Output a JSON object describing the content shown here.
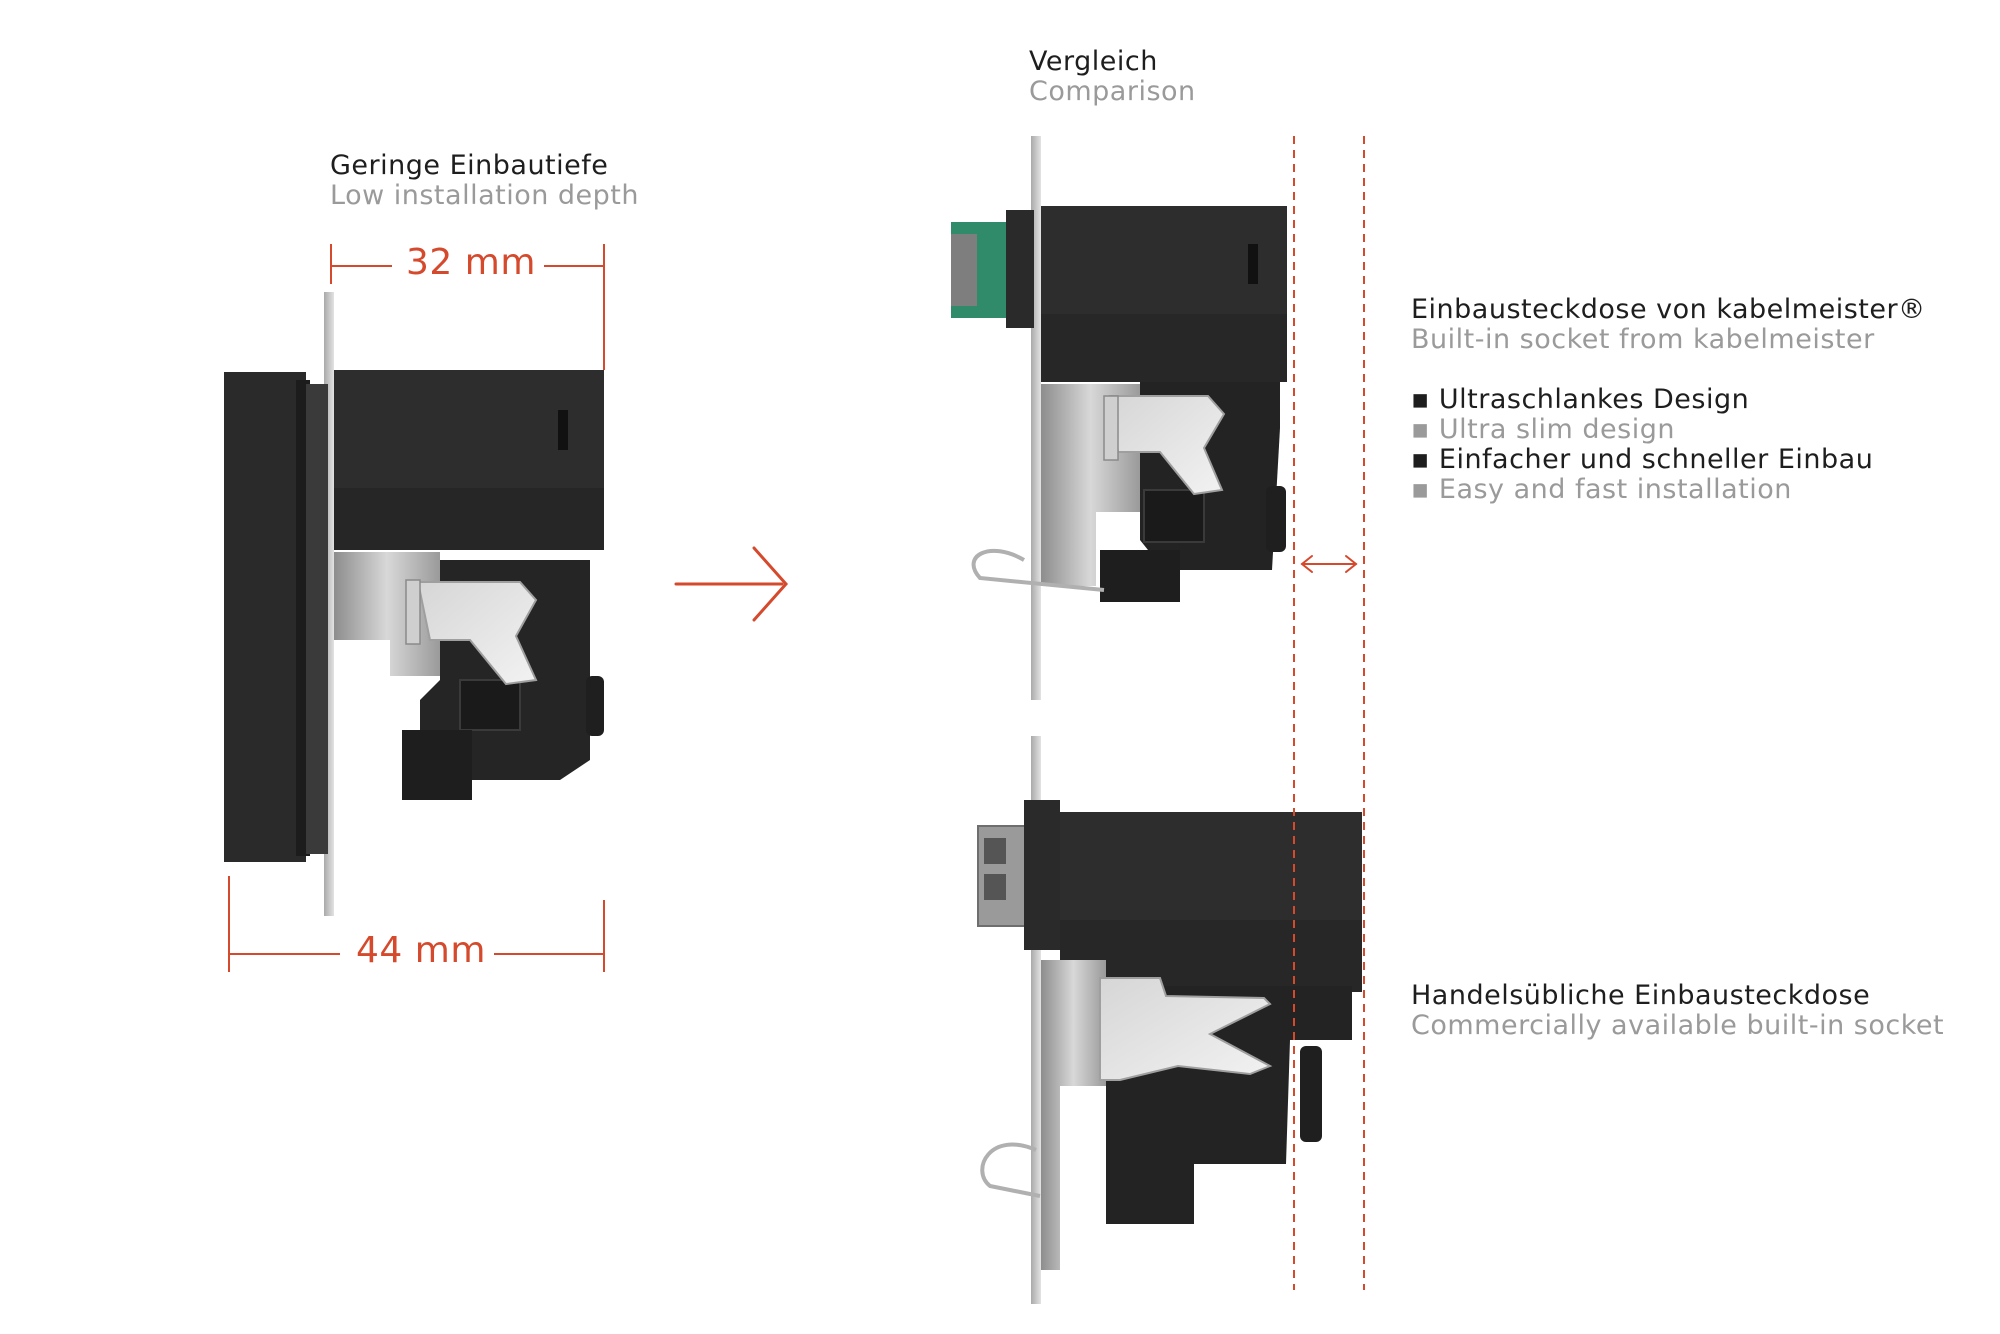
{
  "left_panel": {
    "title_de": "Geringe Einbautiefe",
    "title_en": "Low installation depth",
    "depth_top": "32 mm",
    "depth_bottom": "44 mm"
  },
  "comparison": {
    "title_de": "Vergleich",
    "title_en": "Comparison"
  },
  "kabelmeister": {
    "title_de": "Einbausteckdose von kabelmeister®",
    "title_en": "Built-in socket from kabelmeister",
    "features": [
      {
        "de": "▪ Ultraschlankes Design",
        "en": "▪ Ultra slim design"
      },
      {
        "de": "▪ Einfacher und schneller Einbau",
        "en": "▪ Easy and fast installation"
      }
    ]
  },
  "commercial": {
    "title_de": "Handelsübliche Einbausteckdose",
    "title_en": "Commercially available built-in socket"
  },
  "colors": {
    "accent": "#d5492c",
    "text": "#1e1e1e",
    "text_muted": "#9a9a9a",
    "device_body": "#2b2b2b",
    "metal": "#bfbfbf"
  }
}
